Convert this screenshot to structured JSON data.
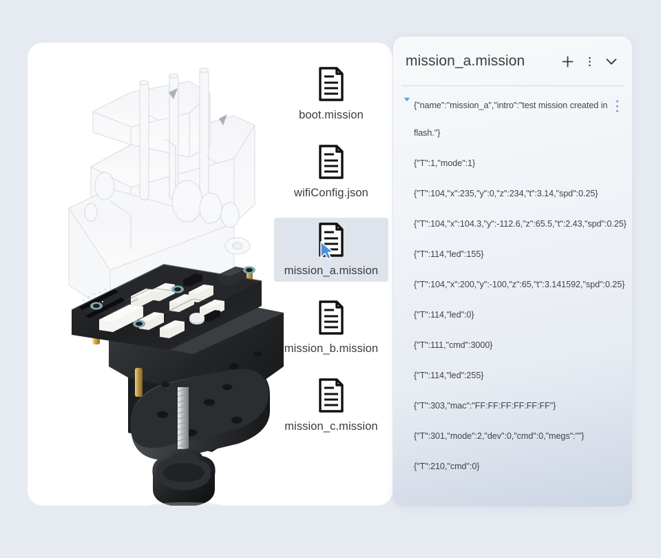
{
  "page": {
    "background_color": "#e6eaf1",
    "card_background": "#ffffff"
  },
  "product_image": {
    "alt": "Exploded 3D render of a robotic arm control board mounted on a black bracket with brass standoffs and a threaded clamp post",
    "description": "Transparent wireframe gearbox above a black PCB driver board on a black metal bracket with a screw clamp base"
  },
  "file_list": {
    "selected_index": 2,
    "items": [
      {
        "name": "boot.mission",
        "icon": "file-document-icon",
        "selected": false
      },
      {
        "name": "wifiConfig.json",
        "icon": "file-document-icon",
        "selected": false
      },
      {
        "name": "mission_a.mission",
        "icon": "file-document-icon",
        "selected": true
      },
      {
        "name": "mission_b.mission",
        "icon": "file-document-icon",
        "selected": false
      },
      {
        "name": "mission_c.mission",
        "icon": "file-document-icon",
        "selected": false
      }
    ],
    "cursor": {
      "icon": "mouse-pointer-icon",
      "color": "#4a8fe0"
    }
  },
  "json_panel": {
    "title": "mission_a.mission",
    "accent_color": "#5b8fd8",
    "actions": {
      "add": {
        "label": "+",
        "icon": "plus-icon"
      },
      "more": {
        "label": "⋮",
        "icon": "kebab-menu-icon"
      },
      "collapse": {
        "label": "⌄",
        "icon": "chevron-down-icon"
      }
    },
    "lines": [
      {
        "text": "{\"name\":\"mission_a\",\"intro\":\"test mission created in flash.\"}",
        "has_toggle": true,
        "has_kebab": true,
        "wrapped": true
      },
      {
        "text": "{\"T\":1,\"mode\":1}",
        "has_toggle": false,
        "has_kebab": false
      },
      {
        "text": "{\"T\":104,\"x\":235,\"y\":0,\"z\":234,\"t\":3.14,\"spd\":0.25}",
        "has_toggle": false,
        "has_kebab": false
      },
      {
        "text": "{\"T\":104,\"x\":104.3,\"y\":-112.6,\"z\":65.5,\"t\":2.43,\"spd\":0.25}",
        "has_toggle": false,
        "has_kebab": false
      },
      {
        "text": "{\"T\":114,\"led\":155}",
        "has_toggle": false,
        "has_kebab": false
      },
      {
        "text": "{\"T\":104,\"x\":200,\"y\":-100,\"z\":65,\"t\":3.141592,\"spd\":0.25}",
        "has_toggle": false,
        "has_kebab": false
      },
      {
        "text": "{\"T\":114,\"led\":0}",
        "has_toggle": false,
        "has_kebab": false
      },
      {
        "text": "{\"T\":111,\"cmd\":3000}",
        "has_toggle": false,
        "has_kebab": false
      },
      {
        "text": "{\"T\":114,\"led\":255}",
        "has_toggle": false,
        "has_kebab": false
      },
      {
        "text": "{\"T\":303,\"mac\":\"FF:FF:FF:FF:FF:FF\"}",
        "has_toggle": false,
        "has_kebab": false
      },
      {
        "text": "{\"T\":301,\"mode\":2,\"dev\":0,\"cmd\":0,\"megs\":\"\"}",
        "has_toggle": false,
        "has_kebab": false
      },
      {
        "text": "{\"T\":210,\"cmd\":0}",
        "has_toggle": false,
        "has_kebab": false
      }
    ]
  }
}
